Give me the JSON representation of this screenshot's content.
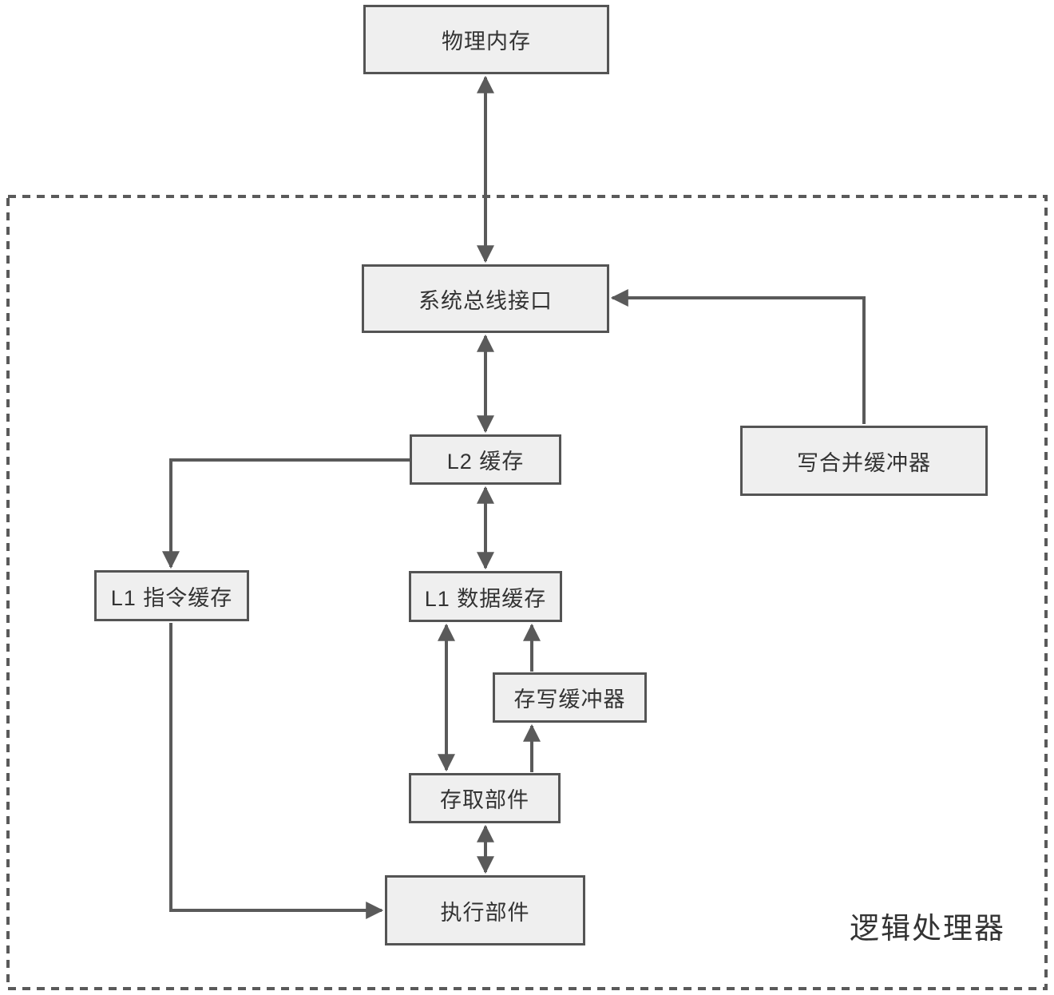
{
  "diagram": {
    "container_label": "逻辑处理器",
    "nodes": {
      "physical_memory": "物理内存",
      "system_bus": "系统总线接口",
      "l2_cache": "L2 缓存",
      "l1_icache": "L1 指令缓存",
      "l1_dcache": "L1 数据缓存",
      "write_combine_buffer": "写合并缓冲器",
      "store_buffer": "存写缓冲器",
      "load_store_unit": "存取部件",
      "execution_unit": "执行部件"
    },
    "colors": {
      "node_fill": "#efefef",
      "node_border": "#545454",
      "edge": "#5a5a5a",
      "text": "#333333",
      "background": "#ffffff"
    }
  }
}
